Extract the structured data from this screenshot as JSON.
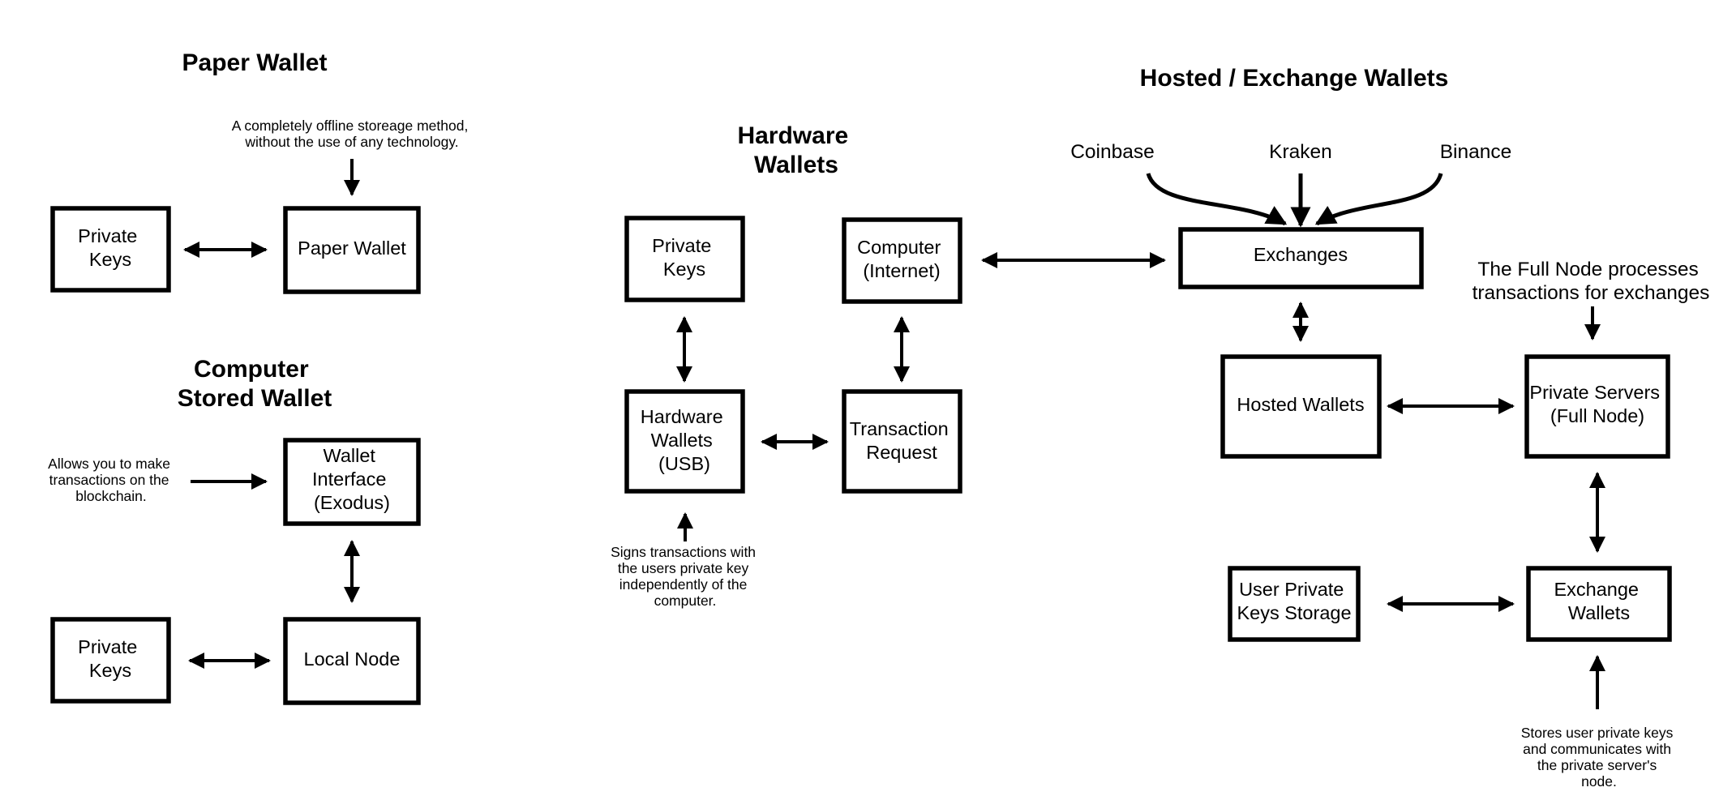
{
  "titles": {
    "paper": [
      "Paper Wallet"
    ],
    "computer": [
      "Computer",
      "Stored Wallet"
    ],
    "hardware": [
      "Hardware",
      "Wallets"
    ],
    "hosted": [
      "Hosted / Exchange Wallets"
    ]
  },
  "nodes": {
    "paper_private_keys": [
      "Private",
      "Keys"
    ],
    "paper_wallet": [
      "Paper Wallet"
    ],
    "wallet_interface": [
      "Wallet",
      "Interface",
      "(Exodus)"
    ],
    "computer_private_keys": [
      "Private",
      "Keys"
    ],
    "local_node": [
      "Local Node"
    ],
    "hardware_private_keys": [
      "Private",
      "Keys"
    ],
    "computer_internet": [
      "Computer",
      "(Internet)"
    ],
    "hardware_wallets_usb": [
      "Hardware",
      "Wallets",
      "(USB)"
    ],
    "transaction_request": [
      "Transaction",
      "Request"
    ],
    "exchanges": [
      "Exchanges"
    ],
    "hosted_wallets": [
      "Hosted Wallets"
    ],
    "private_servers": [
      "Private Servers",
      "(Full Node)"
    ],
    "user_private_keys_storage": [
      "User Private",
      "Keys Storage"
    ],
    "exchange_wallets": [
      "Exchange",
      "Wallets"
    ]
  },
  "notes": {
    "paper": [
      "A completely offline storeage method,",
      "without the use of any technology."
    ],
    "computer": [
      "Allows you to make",
      "transactions on the",
      "blockchain."
    ],
    "hardware": [
      "Signs transactions with",
      "the users private key",
      "independently of the",
      "computer."
    ],
    "full_node": [
      "The Full Node processes",
      "transactions for exchanges"
    ],
    "exchange_wallets": [
      "Stores user private keys",
      "and communicates with",
      "the private server's",
      "node."
    ]
  },
  "providers": {
    "coinbase": "Coinbase",
    "kraken": "Kraken",
    "binance": "Binance"
  }
}
